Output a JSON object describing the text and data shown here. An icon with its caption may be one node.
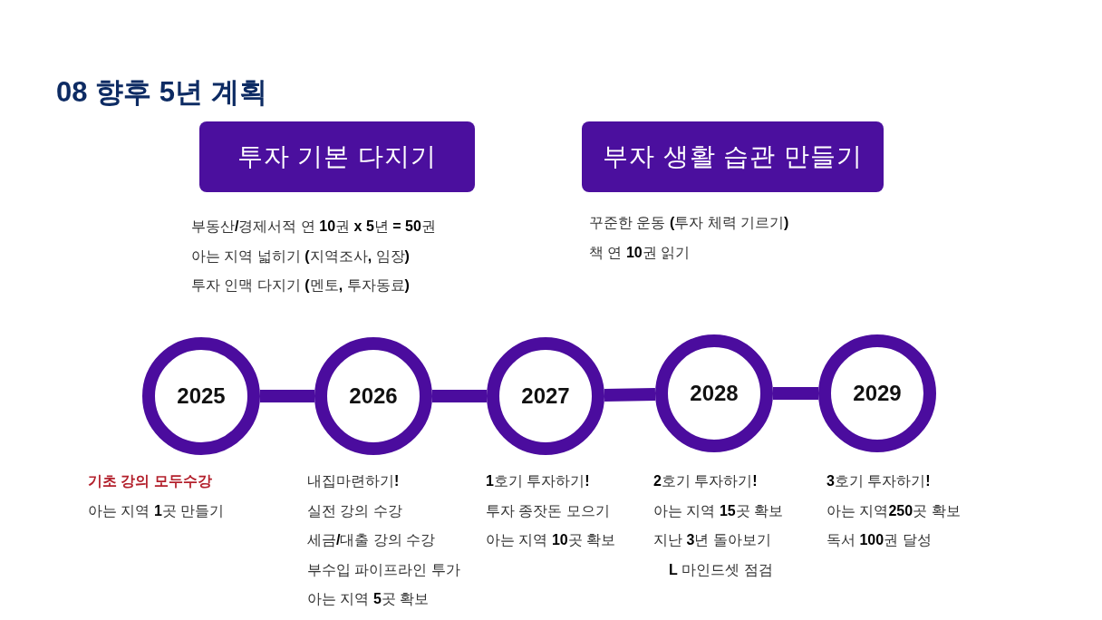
{
  "diagram": {
    "title": "08 향후 5년 계획",
    "nodes": [
      {
        "text": [
          "투자 기본 다지기"
        ],
        "beside": [
          "부동산**/**경제서적 연 **10**권 **x 5**년 **= 50**권",
          "아는 지역 넓히기 **(**지역조사**,** 임장**)**",
          "투자 인맥 다지기 **(**멘토**,** 투자동료**)**"
        ]
      },
      {
        "text": [
          "부자 생활 습관 만들기"
        ],
        "beside": [
          "꾸준한 운동 **(**투자 체력 기르기**)**",
          "책 연 **10**권 읽기"
        ]
      },
      {
        "text": [
          "2025"
        ],
        "beside": [
          "기초 강의 모두수강",
          "아는 지역 **1**곳 만들기"
        ]
      },
      {
        "text": [
          "2026"
        ],
        "beside": [
          "내집마련하기**!**",
          "실전 강의 수강",
          "세금**/**대출 강의 수강",
          "부수입 파이프라인 투가",
          "아는 지역 **5**곳 확보"
        ]
      },
      {
        "text": [
          "2027"
        ],
        "beside": [
          "**1**호기 투자하기**!**",
          "투자 종잣돈 모으기",
          "아는 지역 **10**곳 확보"
        ]
      },
      {
        "text": [
          "2028"
        ],
        "beside": [
          "**2**호기 투자하기**!**",
          "아는 지역 **15**곳 확보",
          "지난 **3**년 돌아보기",
          "**L** 마인드셋 점검"
        ]
      },
      {
        "text": [
          "2029"
        ],
        "beside": [
          "**3**호기 투자하기**!**",
          "아는 지역**250**곳 확보",
          "독서 **100**권 달성"
        ]
      }
    ],
    "edges": [
      {
        "from": 2,
        "to": 3,
        "arrow": "none"
      },
      {
        "from": 3,
        "to": 4,
        "arrow": "none"
      },
      {
        "from": 4,
        "to": 5,
        "arrow": "none"
      },
      {
        "from": 5,
        "to": 6,
        "arrow": "none"
      }
    ]
  }
}
